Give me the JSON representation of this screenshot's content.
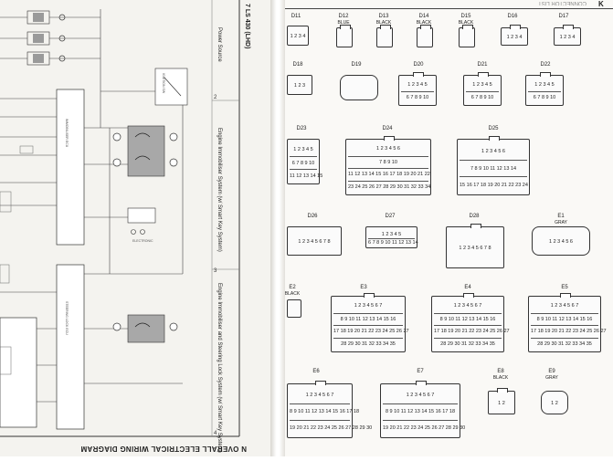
{
  "left_page": {
    "footer": "N OVERALL ELECTRICAL WIRING DIAGRAM",
    "header": "7 LS 430 (LHD)",
    "section_labels": [
      "Power Source",
      "Engine Immobiliser System (w/ Smart Key System)",
      "Engine Immobiliser and Steering Lock System (w/ Smart Key System)"
    ],
    "column_numbers": [
      "2",
      "3",
      "4"
    ]
  },
  "right_page": {
    "header": "CONNECTOR LIST",
    "page_letter": "K",
    "connectors_row1": [
      {
        "id": "D11",
        "color": ""
      },
      {
        "id": "D12",
        "color": "BLUE"
      },
      {
        "id": "D13",
        "color": "BLACK"
      },
      {
        "id": "D14",
        "color": "BLACK"
      },
      {
        "id": "D15",
        "color": "BLACK"
      },
      {
        "id": "D16",
        "color": ""
      },
      {
        "id": "D17",
        "color": ""
      }
    ],
    "connectors_row2": [
      {
        "id": "D18",
        "color": ""
      },
      {
        "id": "D19",
        "color": ""
      },
      {
        "id": "D20",
        "color": ""
      },
      {
        "id": "D21",
        "color": ""
      },
      {
        "id": "D22",
        "color": ""
      }
    ],
    "connectors_row3": [
      {
        "id": "D23",
        "color": ""
      },
      {
        "id": "D24",
        "color": ""
      },
      {
        "id": "D25",
        "color": ""
      }
    ],
    "connectors_row4": [
      {
        "id": "D26",
        "color": ""
      },
      {
        "id": "D27",
        "color": ""
      },
      {
        "id": "D28",
        "color": ""
      },
      {
        "id": "E1",
        "color": "GRAY"
      }
    ],
    "connectors_row5": [
      {
        "id": "E2",
        "color": "BLACK"
      },
      {
        "id": "E3",
        "color": ""
      },
      {
        "id": "E4",
        "color": ""
      },
      {
        "id": "E5",
        "color": ""
      }
    ],
    "connectors_row6": [
      {
        "id": "E6",
        "color": ""
      },
      {
        "id": "E7",
        "color": ""
      },
      {
        "id": "E8",
        "color": "BLACK"
      },
      {
        "id": "E9",
        "color": "GRAY"
      }
    ],
    "pin_rows": {
      "d11": "1 2 3 4",
      "d16": "1 2 3 4",
      "d17": "1 2 3 4",
      "d18": "1 2 3",
      "d20_top": "1 2 3 4 5",
      "d20_bot": "6 7 8 9 10",
      "d21_top": "1 2 3 4 5",
      "d21_bot": "6 7 8 9 10",
      "d22_top": "1 2 3 4 5",
      "d22_bot": "6 7 8 9 10",
      "d23_r1": "1 2 3 4 5",
      "d23_r2": "6 7 8 9 10",
      "d23_r3": "11 12 13 14 15",
      "d24_r1": "1 2 3 4 5 6",
      "d24_r2": "7 8 9 10",
      "d24_r3": "11 12 13 14 15 16 17 18 19 20 21 22",
      "d24_r4": "23 24 25 26 27 28 29 30 31 32 33 34",
      "d25_r1": "1 2 3 4 5 6",
      "d25_r2": "7 8 9 10 11 12 13 14",
      "d25_r3": "15 16 17 18 19 20 21 22 23 24",
      "d26": "1 2 3 4 5 6 7 8",
      "d27_top": "1 2 3 4 5",
      "d27_bot": "6 7 8 9 10 11 12 13 14",
      "d28": "1 2 3 4 5 6 7 8",
      "e1": "1 2 3 4 5 6",
      "e3_r1": "1 2 3 4 5 6 7",
      "e3_r2": "8 9 10 11 12 13 14 15 16",
      "e3_r3": "17 18 19 20 21 22 23 24 25 26 27",
      "e3_r4": "28 29 30 31 32 33 34 35",
      "e4_r1": "1 2 3 4 5 6 7",
      "e4_r2": "8 9 10 11 12 13 14 15 16",
      "e4_r3": "17 18 19 20 21 22 23 24 25 26 27",
      "e4_r4": "28 29 30 31 32 33 34 35",
      "e5_r1": "1 2 3 4 5 6 7",
      "e5_r2": "8 9 10 11 12 13 14 15 16",
      "e5_r3": "17 18 19 20 21 22 23 24 25 26 27",
      "e5_r4": "28 29 30 31 32 33 34 35",
      "e6_r1": "1 2 3 4 5 6 7",
      "e6_r2": "8 9 10 11 12 13 14 15 16 17 18",
      "e6_r3": "19 20 21 22 23 24 25 26 27 28 29 30",
      "e7_r1": "1 2 3 4 5 6 7",
      "e7_r2": "8 9 10 11 12 13 14 15 16 17 18",
      "e7_r3": "19 20 21 22 23 24 25 26 27 28 29 30",
      "e8": "1 2",
      "e9": "1 2"
    }
  }
}
